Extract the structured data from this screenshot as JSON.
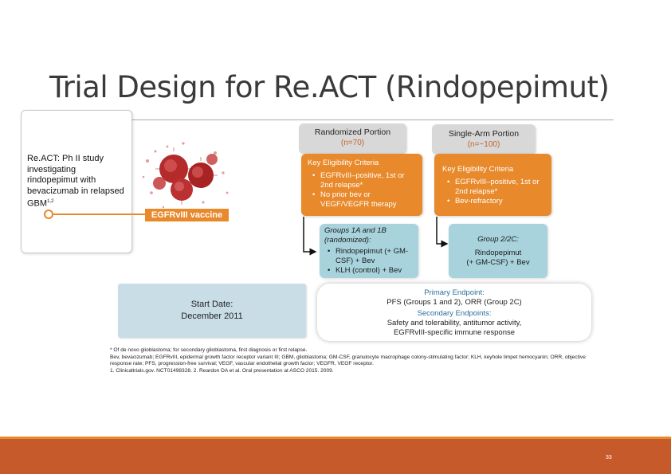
{
  "title": "Trial Design for Re.ACT (Rindopepimut)",
  "study_card": {
    "text": "Re.ACT: Ph II study investigating rindopepimut with bevacizumab in relapsed GBM",
    "sup": "1,2"
  },
  "vaccine_label": "EGFRvIII vaccine",
  "randomized": {
    "header": "Randomized Portion",
    "n": "(n=70)",
    "criteria_title": "Key Eligibility Criteria",
    "criteria": [
      "EGFRvIII–positive, 1st or 2nd relapse*",
      "No prior bev or VEGF/VEGFR therapy"
    ],
    "groups_title": "Groups 1A and 1B (randomized):",
    "groups": [
      "Rindopepimut (+ GM-CSF) + Bev",
      "KLH (control) + Bev"
    ]
  },
  "single_arm": {
    "header": "Single-Arm Portion",
    "n": "(n=~100)",
    "criteria_title": "Key Eligibility Criteria",
    "criteria": [
      "EGFRvIII–positive, 1st or 2nd relapse*",
      "Bev-refractory"
    ],
    "group_title": "Group 2/2C:",
    "group_line1": "Rindopepimut",
    "group_line2": "(+ GM-CSF) + Bev"
  },
  "start": {
    "label": "Start Date:",
    "date": "December 2011"
  },
  "endpoints": {
    "primary_title": "Primary Endpoint:",
    "primary": "PFS (Groups 1 and 2), ORR (Group 2C)",
    "secondary_title": "Secondary Endpoints:",
    "secondary1": "Safety and tolerability, antitumor activity,",
    "secondary2": "EGFRvIII-specific immune response"
  },
  "footnotes": [
    "* Of de novo glioblastoma; for secondary glioblastoma, first diagnosis or first relapse.",
    "Bev, bevacizumab; EGFRvIII, epidermal growth factor receptor variant III; GBM, glioblastoma; GM-CSF, granulocyte macrophage colony-stimulating factor; KLH, keyhole limpet hemocyanin; ORR, objective response rate; PFS, progression-free survival; VEGF, vascular endothelial growth factor; VEGFR, VEGF receptor.",
    "1. Clinicaltrials.gov. NCT01498328. 2. Reardon DA et al. Oral presentation at ASCO 2015. 2009."
  ],
  "page_number": "33",
  "colors": {
    "accent": "#e8892b",
    "teal": "#a8d3dc",
    "bar": "#c65a2b"
  }
}
